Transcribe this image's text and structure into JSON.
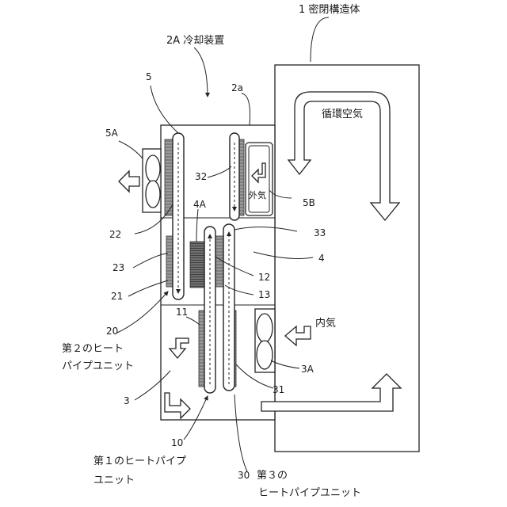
{
  "labels": {
    "l1": "1 密閉構造体",
    "l2A": "2A 冷却装置",
    "l5": "5",
    "l2a": "2a",
    "l5A": "5A",
    "l32": "32",
    "l4A": "4A",
    "l5B": "5B",
    "l22": "22",
    "l33": "33",
    "l23": "23",
    "l4": "4",
    "l12": "12",
    "l21": "21",
    "l13": "13",
    "l11": "11",
    "l20": "20",
    "l3A": "3A",
    "l3": "3",
    "l31": "31",
    "l10": "10",
    "l30": "30"
  },
  "text": {
    "circulating_air": "循環空気",
    "outside_air": "外気",
    "inside_air": "内気",
    "unit2_line1": "第２のヒート",
    "unit2_line2": "パイプユニット",
    "unit1_line1": "第１のヒートパイプ",
    "unit1_line2": "ユニット",
    "unit3_line1": "第３の",
    "unit3_line2": "ヒートパイプユニット"
  }
}
